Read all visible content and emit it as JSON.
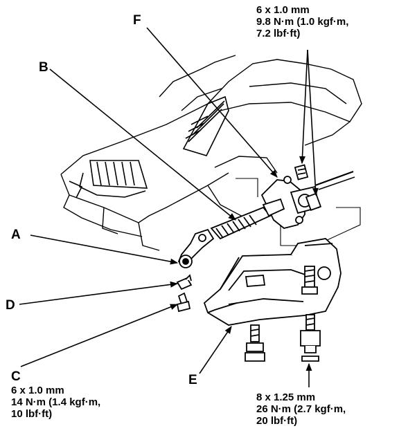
{
  "labels": {
    "a": "A",
    "b": "B",
    "c": "C",
    "d": "D",
    "e": "E",
    "f": "F"
  },
  "specs": {
    "top": {
      "line1": "6 x 1.0 mm",
      "line2": "9.8 N·m (1.0 kgf·m,",
      "line3": "7.2 lbf·ft)"
    },
    "c": {
      "line1": "6 x 1.0 mm",
      "line2": "14 N·m (1.4 kgf·m,",
      "line3": "10 lbf·ft)"
    },
    "bottom": {
      "line1": "8 x 1.25 mm",
      "line2": "26 N·m (2.7 kgf·m,",
      "line3": "20 lbf·ft)"
    }
  }
}
